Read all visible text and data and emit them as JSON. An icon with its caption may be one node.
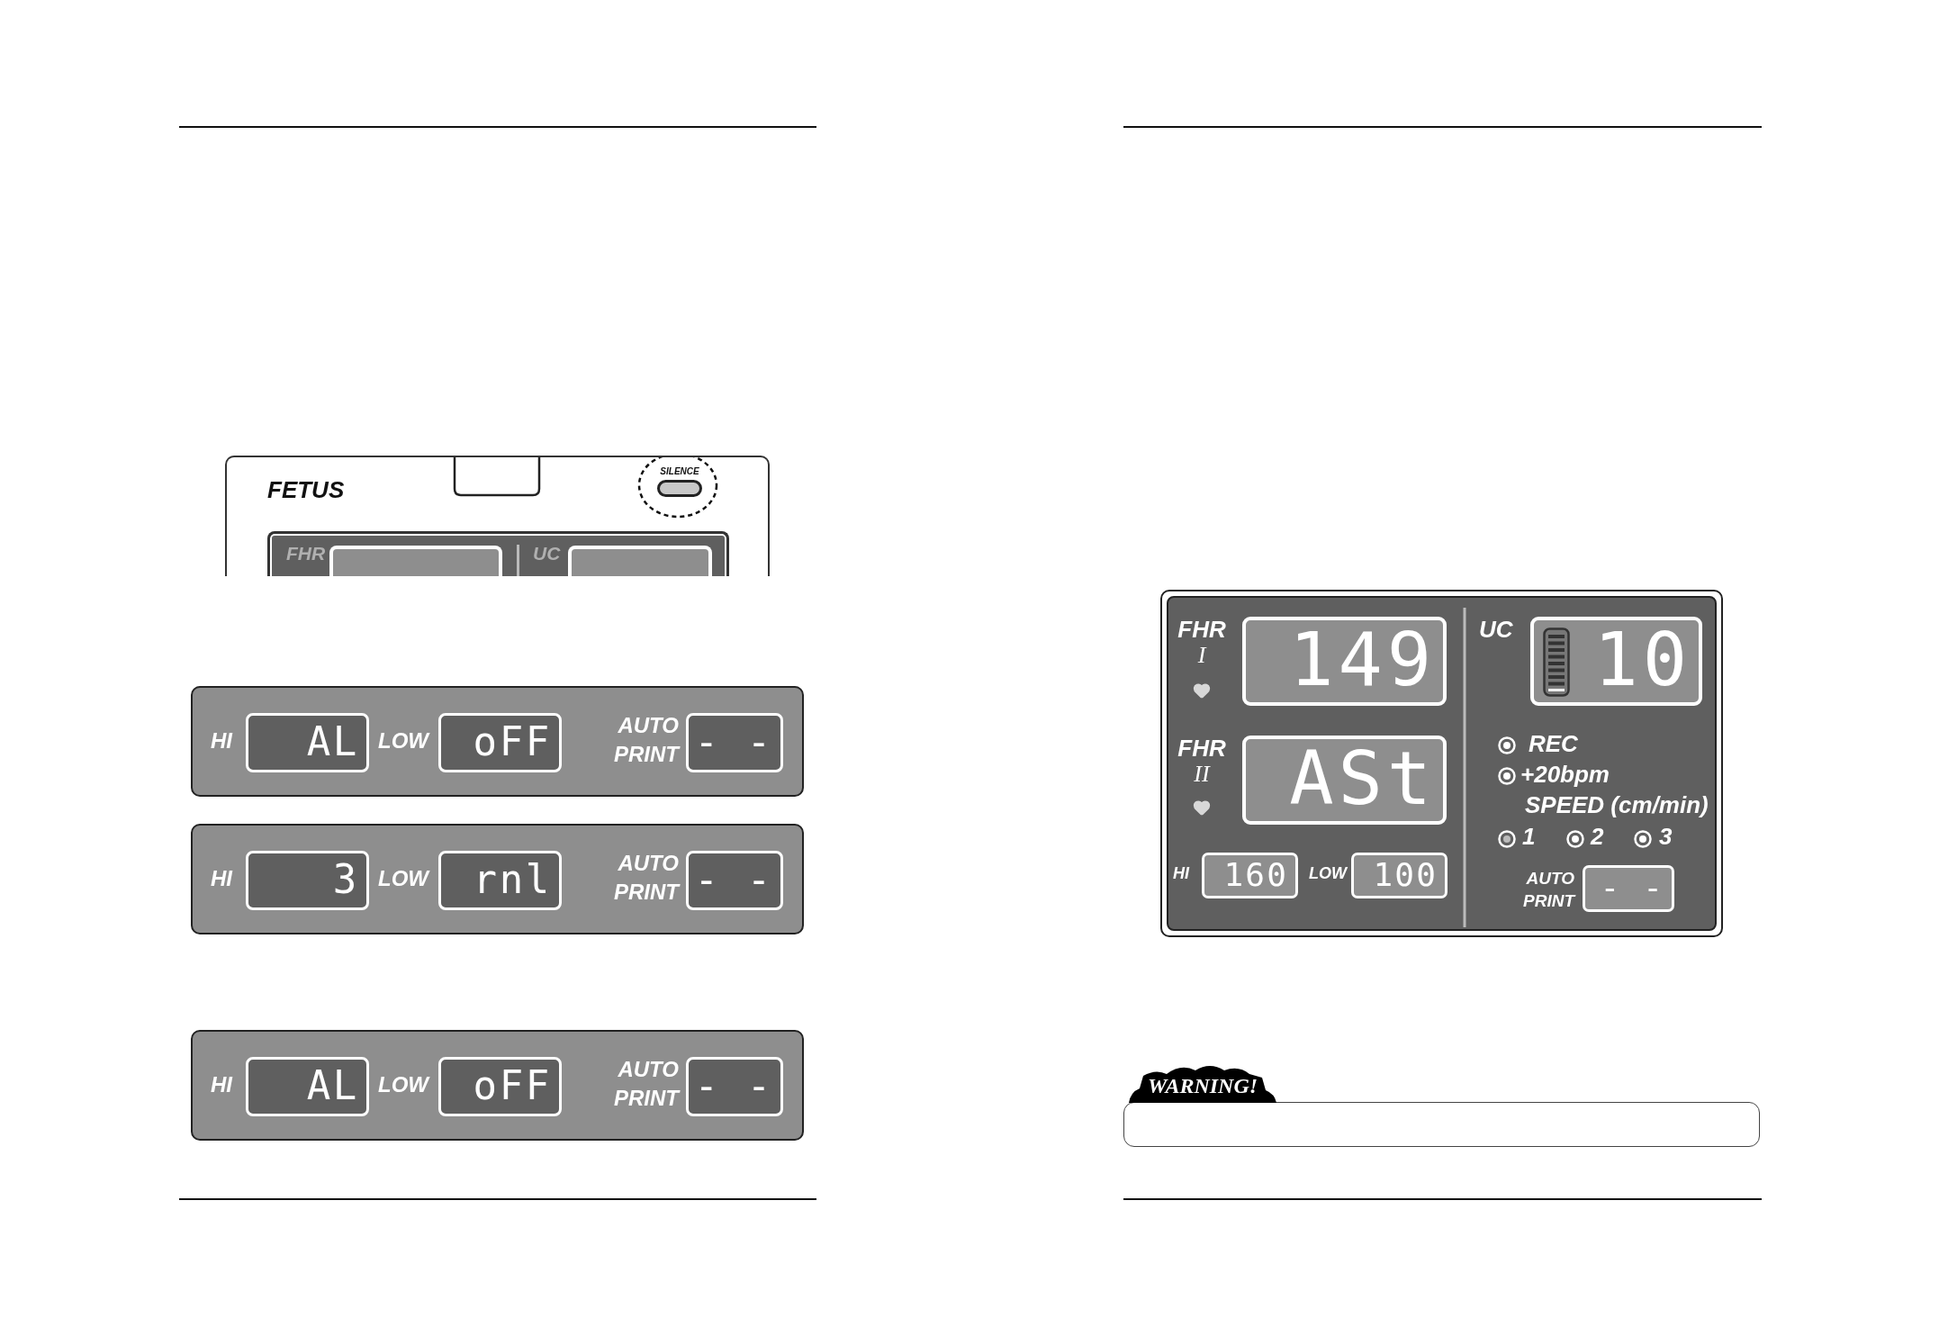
{
  "diagram": {
    "nodes": [
      {
        "text": [
          "FETUS"
        ]
      },
      {
        "text": [
          "SILENCE"
        ],
        "in": 0
      },
      {
        "text": [
          "FHR",
          "UC"
        ],
        "in": 0
      },
      {
        "text": [
          "HI",
          "LOW",
          "AUTO PRINT"
        ]
      },
      {
        "text": [
          "AL"
        ],
        "in": 3
      },
      {
        "text": [
          "oFF"
        ],
        "in": 3
      },
      {
        "text": [
          "- -"
        ],
        "in": 3
      },
      {
        "text": [
          "HI",
          "LOW",
          "AUTO PRINT"
        ]
      },
      {
        "text": [
          "3"
        ],
        "in": 7
      },
      {
        "text": [
          "rnl"
        ],
        "in": 7
      },
      {
        "text": [
          "- -"
        ],
        "in": 7
      },
      {
        "text": [
          "HI",
          "LOW",
          "AUTO PRINT"
        ]
      },
      {
        "text": [
          "AL"
        ],
        "in": 11
      },
      {
        "text": [
          "oFF"
        ],
        "in": 11
      },
      {
        "text": [
          "- -"
        ],
        "in": 11
      },
      {
        "text": [
          "FHR",
          "I",
          "FHR",
          "II",
          "UC",
          "REC",
          "+20bpm",
          "SPEED (cm/min)",
          "1",
          "2",
          "3",
          "HI",
          "LOW",
          "AUTO PRINT"
        ]
      },
      {
        "text": [
          "149"
        ],
        "in": 15
      },
      {
        "text": [
          "ASt"
        ],
        "in": 15
      },
      {
        "text": [
          "160"
        ],
        "in": 15
      },
      {
        "text": [
          "100"
        ],
        "in": 15
      },
      {
        "text": [
          "10"
        ],
        "in": 15
      },
      {
        "text": [
          "- -"
        ],
        "in": 15
      },
      {
        "text": [
          "WARNING!"
        ]
      },
      {
        "text": [],
        "shape": "box"
      },
      {
        "text": [],
        "shape": "box",
        "in": 0
      },
      {
        "text": [],
        "shape": "box",
        "in": 2
      },
      {
        "text": [],
        "shape": "box",
        "in": 2
      }
    ],
    "edges": []
  }
}
